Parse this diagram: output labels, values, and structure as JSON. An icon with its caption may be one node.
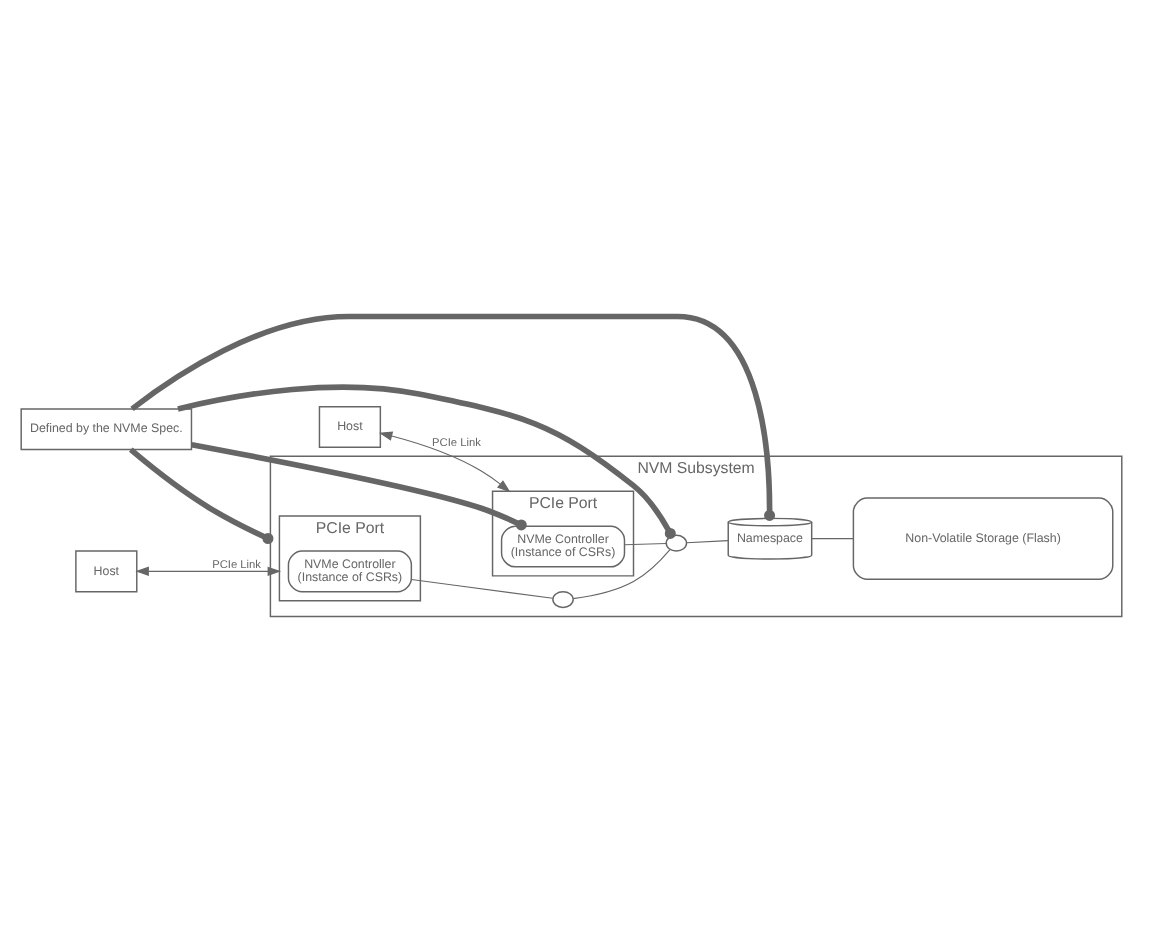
{
  "diagram": {
    "nodes": [
      {
        "text": [
          "NVM Subsystem"
        ]
      },
      {
        "text": [
          "PCIe Port"
        ],
        "in": 0
      },
      {
        "text": [
          "NVMe Controller",
          "(Instance of CSRs)"
        ],
        "in": 1
      },
      {
        "text": [
          "PCIe Port"
        ],
        "in": 0
      },
      {
        "text": [
          "NVMe Controller",
          "(Instance of CSRs)"
        ],
        "in": 3
      },
      {
        "text": [],
        "shape": "circle",
        "in": 0
      },
      {
        "text": [],
        "shape": "circle",
        "in": 0
      },
      {
        "text": [
          "Namespace"
        ],
        "in": 0
      },
      {
        "text": [
          "Non-Volatile Storage (Flash)"
        ],
        "in": 0
      },
      {
        "text": [
          "Host"
        ]
      },
      {
        "text": [
          "Host"
        ]
      },
      {
        "text": [
          "Defined by the NVMe Spec."
        ]
      }
    ],
    "edges": [
      {
        "from": 9,
        "to": 1,
        "arrow": "both",
        "label": "PCIe Link"
      },
      {
        "from": 10,
        "to": 3,
        "arrow": "both",
        "label": "PCIe Link"
      },
      {
        "from": 2,
        "to": 5,
        "arrow": "none"
      },
      {
        "from": 4,
        "to": 6,
        "arrow": "none"
      },
      {
        "from": 5,
        "to": 6,
        "arrow": "none"
      },
      {
        "from": 6,
        "to": 7,
        "arrow": "none"
      },
      {
        "from": 7,
        "to": 8,
        "arrow": "none"
      },
      {
        "from": 11,
        "to": 4,
        "arrow": "other",
        "style": "thick"
      },
      {
        "from": 11,
        "to": 6,
        "arrow": "other",
        "style": "thick"
      },
      {
        "from": 11,
        "to": 7,
        "arrow": "other",
        "style": "thick"
      },
      {
        "from": 11,
        "to": 0,
        "arrow": "other",
        "style": "thick"
      }
    ]
  }
}
